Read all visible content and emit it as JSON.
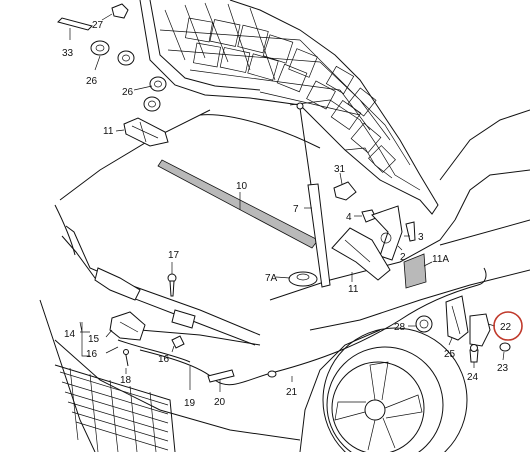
{
  "diagram": {
    "labels": {
      "p27": "27",
      "p33": "33",
      "p26a": "26",
      "p26b": "26",
      "p11a": "11",
      "p10": "10",
      "p31": "31",
      "p7": "7",
      "p4": "4",
      "p3": "3",
      "p2": "2",
      "p11A": "11A",
      "p7A": "7A",
      "p11b": "11",
      "p17": "17",
      "p14": "14",
      "p15": "15",
      "p16a": "16",
      "p16b": "16",
      "p18": "18",
      "p19": "19",
      "p20": "20",
      "p21": "21",
      "p28": "28",
      "p25": "25",
      "p22": "22",
      "p23": "23",
      "p24": "24"
    },
    "highlighted_part": "22",
    "highlight_color": "#c0392b"
  }
}
